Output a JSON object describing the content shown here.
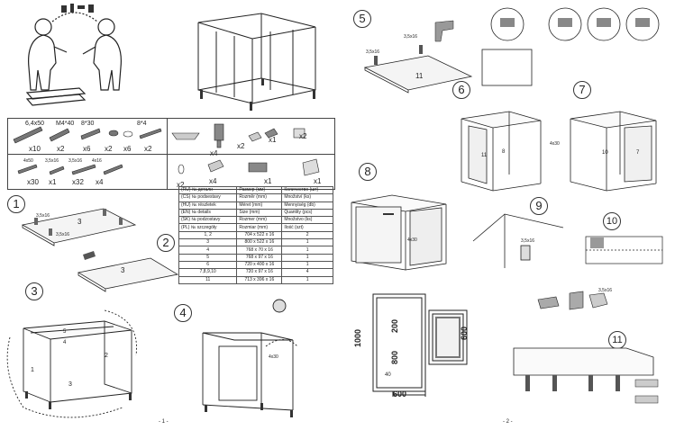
{
  "steps": [
    "1",
    "2",
    "3",
    "4",
    "5",
    "6",
    "7",
    "8",
    "9",
    "10",
    "11"
  ],
  "parts_left": [
    {
      "spec": "6,4x50",
      "count": "x10"
    },
    {
      "spec": "M4*40",
      "count": "x2"
    },
    {
      "spec": "8*30",
      "count": "x6"
    },
    {
      "spec": "",
      "count": "x2"
    },
    {
      "spec": "",
      "count": "x6"
    },
    {
      "spec": "8*4",
      "count": "x2"
    },
    {
      "spec": "4x50",
      "count": "x30"
    },
    {
      "spec": "3,5x16",
      "count": "x1"
    },
    {
      "spec": "3,5x16",
      "count": "x32"
    },
    {
      "spec": "4x16",
      "count": "x4"
    }
  ],
  "parts_right": [
    {
      "count": "x4"
    },
    {
      "count": "x2"
    },
    {
      "count": "x1"
    },
    {
      "count": "x2"
    },
    {
      "count": "x2"
    },
    {
      "count": "x4"
    },
    {
      "count": "x1"
    },
    {
      "count": "x1"
    }
  ],
  "table": {
    "headers": [
      [
        "(RU)",
        "№ детали",
        "Размер (мм)",
        "Количество (шт)"
      ],
      [
        "(CS)",
        "№ podsestavy",
        "Rozměr (mm)",
        "Množství (ks)"
      ],
      [
        "(HU)",
        "№ részletek",
        "Méret (mm)",
        "Mennyiség (db)"
      ],
      [
        "(EN)",
        "№ details",
        "Size (mm)",
        "Quantity (pcs)"
      ],
      [
        "(SK)",
        "№ podzostavy",
        "Rozmer (mm)",
        "Množstvo (ks)"
      ],
      [
        "(PL)",
        "№ szczegóły",
        "Rozmiar (mm)",
        "Ilość (szt)"
      ]
    ],
    "rows": [
      [
        "1, 2",
        "704 x 522 x 16",
        "2"
      ],
      [
        "3",
        "800 x 522 x 16",
        "1"
      ],
      [
        "4",
        "768 x 70 x 16",
        "1"
      ],
      [
        "5",
        "768 x 97 x 16",
        "1"
      ],
      [
        "6",
        "720 x 400 x 16",
        "1"
      ],
      [
        "7,8,9,10",
        "720 x 97 x 16",
        "4"
      ],
      [
        "11",
        "713 x 396 x 16",
        "1"
      ]
    ]
  },
  "labels": {
    "screw_a": "3,5x16",
    "screw_b": "3,5x16",
    "screw_c": "4x30",
    "screw_d": "3,5x16",
    "screw_e": "3,5x16",
    "screw_f": "4x30",
    "screw_g": "3,5x16",
    "screw_h": "3,5x16",
    "screw_i": "4x30",
    "panel_11": "11",
    "panel_3a": "3",
    "panel_3b": "3",
    "panel_1": "1",
    "panel_2": "2",
    "panel_4": "4",
    "panel_5": "5",
    "panel_6a": "11",
    "panel_6b": "8",
    "panel_7a": "10",
    "panel_7b": "7"
  },
  "dimensions": {
    "d200": "200",
    "d800": "800",
    "d1000": "1000",
    "d600a": "600",
    "d600b": "600",
    "d40": "40"
  },
  "pages": {
    "p1": "- 1 -",
    "p2": "- 2 -"
  }
}
